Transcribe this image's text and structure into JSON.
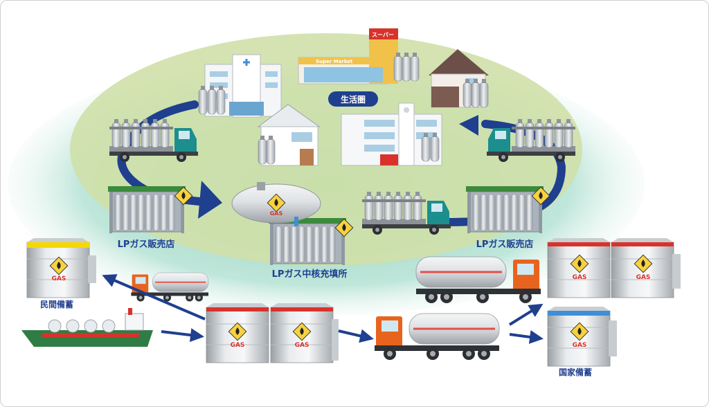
{
  "labels": {
    "living_area": "生活圏",
    "supermarket_sign": "スーパー",
    "supermarket_banner": "Super Market",
    "lp_dealer_left": "LPガス販売店",
    "lp_dealer_right": "LPガス販売店",
    "lp_core_filling": "LPガス中核充填所",
    "private_reserve": "民間備蓄",
    "national_reserve": "国家備蓄",
    "gas_mark": "GAS"
  },
  "colors": {
    "arrow_blue": "#1f3f8f",
    "ellipse_outer": "#a9dccb",
    "ellipse_inner": "#cfe0a8",
    "tank_stripe_yellow": "#f5d800",
    "tank_stripe_red": "#d8322b",
    "tank_stripe_blue": "#3e8fd8",
    "truck_cab_teal": "#1d8e8e",
    "truck_cab_orange": "#e8641e",
    "gas_red": "#d8322b"
  }
}
